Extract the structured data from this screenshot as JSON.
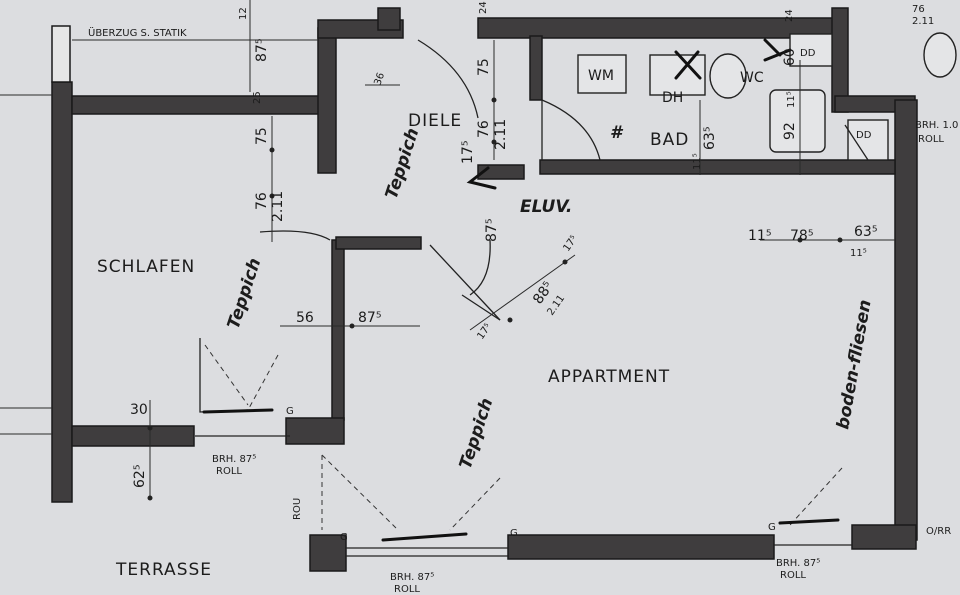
{
  "rooms": {
    "schlafen": "SCHLAFEN",
    "diele": "DIELE",
    "bad": "BAD",
    "appartment": "APPARTMENT",
    "terrasse": "TERRASSE"
  },
  "notes": {
    "uberzug": "ÜBERZUG S. STATIK",
    "elv": "ELUV.",
    "wm": "WM",
    "dh": "DH",
    "wc": "WC",
    "hash": "#",
    "g": "G",
    "dd": "DD",
    "roll": "ROLL",
    "rou": "ROU",
    "brh_875": "BRH. 87⁵",
    "brh_10": "BRH. 1.0",
    "rr": "O/RR"
  },
  "flooring": {
    "teppich": "Teppich",
    "bodenfliesen": "boden-fliesen"
  },
  "dimensions": {
    "d75": "75",
    "d76": "76",
    "d211": "2.11",
    "d875": "87⁵",
    "d56": "56",
    "d30": "30",
    "d625": "62⁵",
    "d635": "63⁵",
    "d885": "88⁵",
    "d175": "17⁵",
    "d115": "11⁵",
    "d785": "78⁵",
    "d92": "92",
    "d60": "60",
    "d12": "12",
    "d24": "24",
    "d36": "36",
    "d25": "25"
  }
}
